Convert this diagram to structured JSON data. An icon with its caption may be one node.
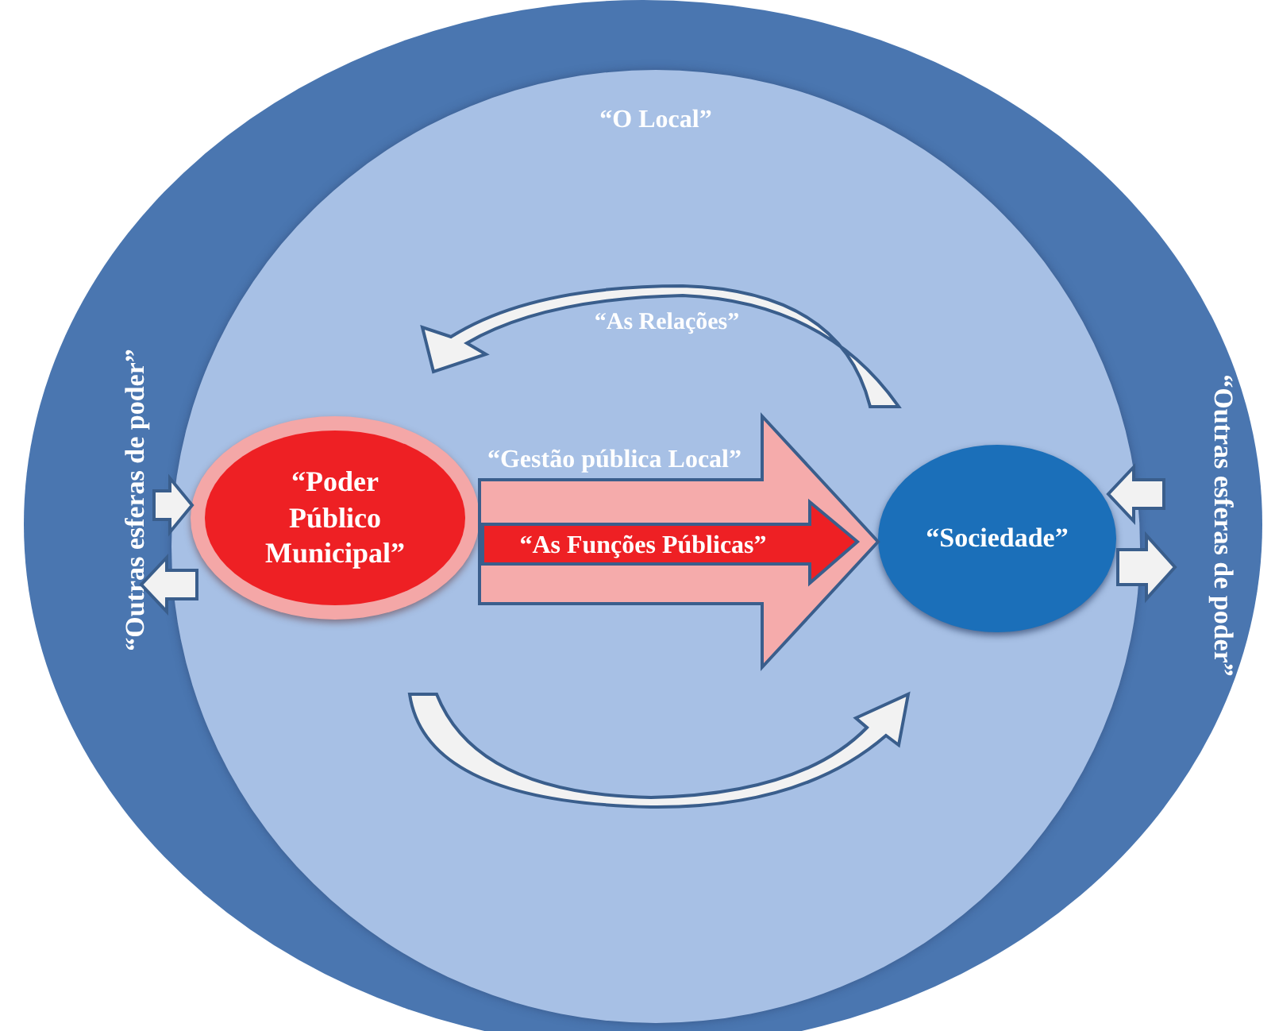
{
  "diagram": {
    "nodes": [
      {
        "text": [
          "“Outras esferas de poder”",
          "“Outras esferas de poder”"
        ]
      },
      {
        "text": [
          "“O Local”"
        ],
        "in": 0
      },
      {
        "text": [
          "“Poder Público Municipal”"
        ],
        "in": 1
      },
      {
        "text": [
          "“Sociedade”"
        ],
        "in": 1
      }
    ],
    "edges": [
      {
        "from": 2,
        "to": 3,
        "arrow": "to",
        "label": "“Gestão pública Local”",
        "color": "#f5abab"
      },
      {
        "from": 2,
        "to": 3,
        "arrow": "to",
        "label": "“As Funções Públicas”",
        "color": "#ee2024"
      },
      {
        "from": 3,
        "to": 2,
        "arrow": "to",
        "label": "“As Relações”"
      },
      {
        "from": 2,
        "to": 3,
        "arrow": "to"
      },
      {
        "from": null,
        "to": 2,
        "arrow": "to"
      },
      {
        "from": 2,
        "to": null,
        "arrow": "to"
      },
      {
        "from": null,
        "to": 3,
        "arrow": "to"
      },
      {
        "from": 3,
        "to": null,
        "arrow": "to"
      }
    ]
  }
}
